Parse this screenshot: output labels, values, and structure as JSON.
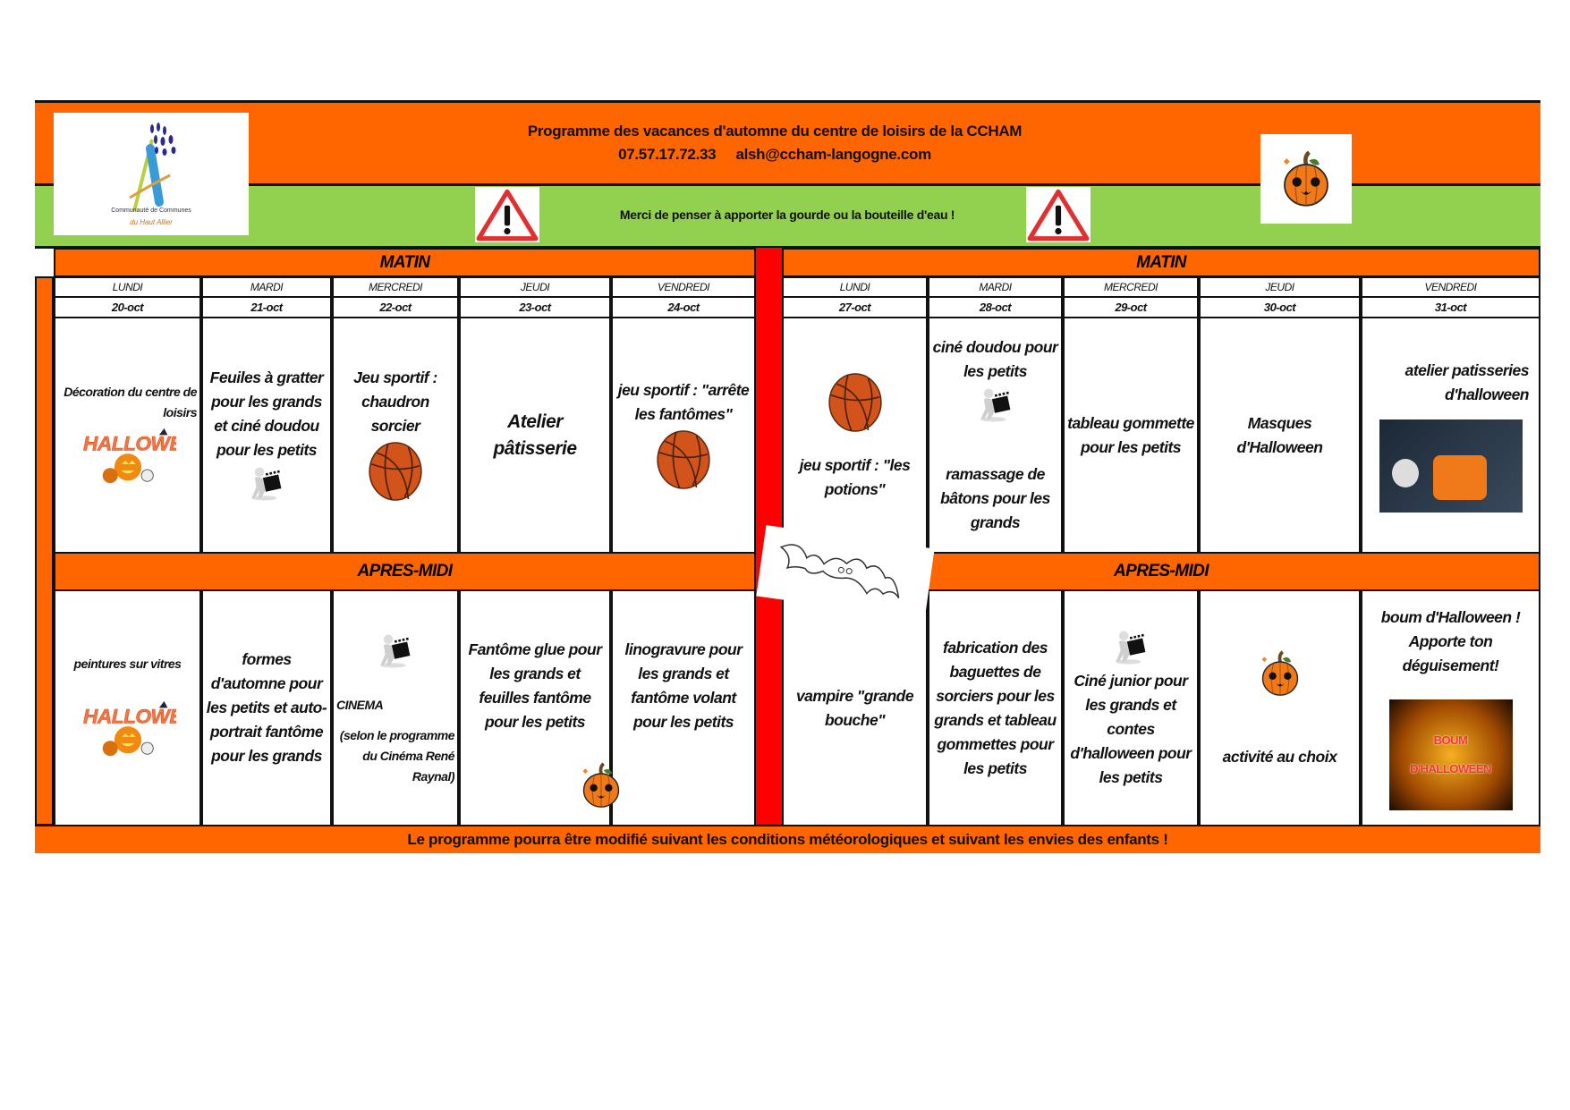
{
  "header": {
    "title": "Programme des vacances d'automne du centre de loisirs de la CCHAM",
    "phone": "07.57.17.72.33",
    "email": "alsh@ccham-langogne.com",
    "logo_text_1": "Communauté de Communes",
    "logo_text_2": "du Haut Allier",
    "reminder": "Merci de penser à apporter la gourde ou la bouteille d'eau !"
  },
  "sections": {
    "morning": "MATIN",
    "afternoon": "APRES-MIDI"
  },
  "weeks": [
    {
      "days": [
        {
          "day": "LUNDI",
          "date": "20-oct",
          "am": "Décoration du centre de loisirs",
          "pm": "peintures sur vitres"
        },
        {
          "day": "MARDI",
          "date": "21-oct",
          "am": "Feuiles à gratter pour les grands et ciné doudou pour les petits",
          "pm": "formes d'automne pour les petits et auto-portrait fantôme pour les grands"
        },
        {
          "day": "MERCREDI",
          "date": "22-oct",
          "am": "Jeu sportif : chaudron sorcier",
          "pm": "CINEMA",
          "pm2": "(selon le programme du Cinéma René Raynal)"
        },
        {
          "day": "JEUDI",
          "date": "23-oct",
          "am": "Atelier pâtisserie",
          "pm": "Fantôme glue pour les grands et  feuilles fantôme pour les petits"
        },
        {
          "day": "VENDREDI",
          "date": "24-oct",
          "am": "jeu sportif : \"arrête les fantômes\"",
          "pm": "linogravure pour les grands et fantôme volant pour les petits"
        }
      ]
    },
    {
      "days": [
        {
          "day": "LUNDI",
          "date": "27-oct",
          "am": "jeu sportif : \"les potions\"",
          "pm": "vampire \"grande bouche\""
        },
        {
          "day": "MARDI",
          "date": "28-oct",
          "am": "ciné doudou pour les petits",
          "am2": "ramassage de bâtons pour les grands",
          "pm": "fabrication des baguettes de sorciers pour les grands et tableau gommettes pour les petits"
        },
        {
          "day": "MERCREDI",
          "date": "29-oct",
          "am": "tableau gommette pour les petits",
          "pm": "Ciné junior pour les grands et contes d'halloween pour les petits"
        },
        {
          "day": "JEUDI",
          "date": "30-oct",
          "am": "Masques d'Halloween",
          "pm": "activité au choix"
        },
        {
          "day": "VENDREDI",
          "date": "31-oct",
          "am": "atelier patisseries d'halloween",
          "pm": "boum d'Halloween ! Apporte ton déguisement!",
          "poster_text_1": "BOUM",
          "poster_text_2": "D'HALLOWEEN"
        }
      ]
    }
  ],
  "footer": "Le programme pourra être modifié suivant les conditions météorologiques et suivant les envies des enfants !",
  "colors": {
    "orange": "#ff6600",
    "green": "#92d050",
    "red": "#ff0000"
  }
}
